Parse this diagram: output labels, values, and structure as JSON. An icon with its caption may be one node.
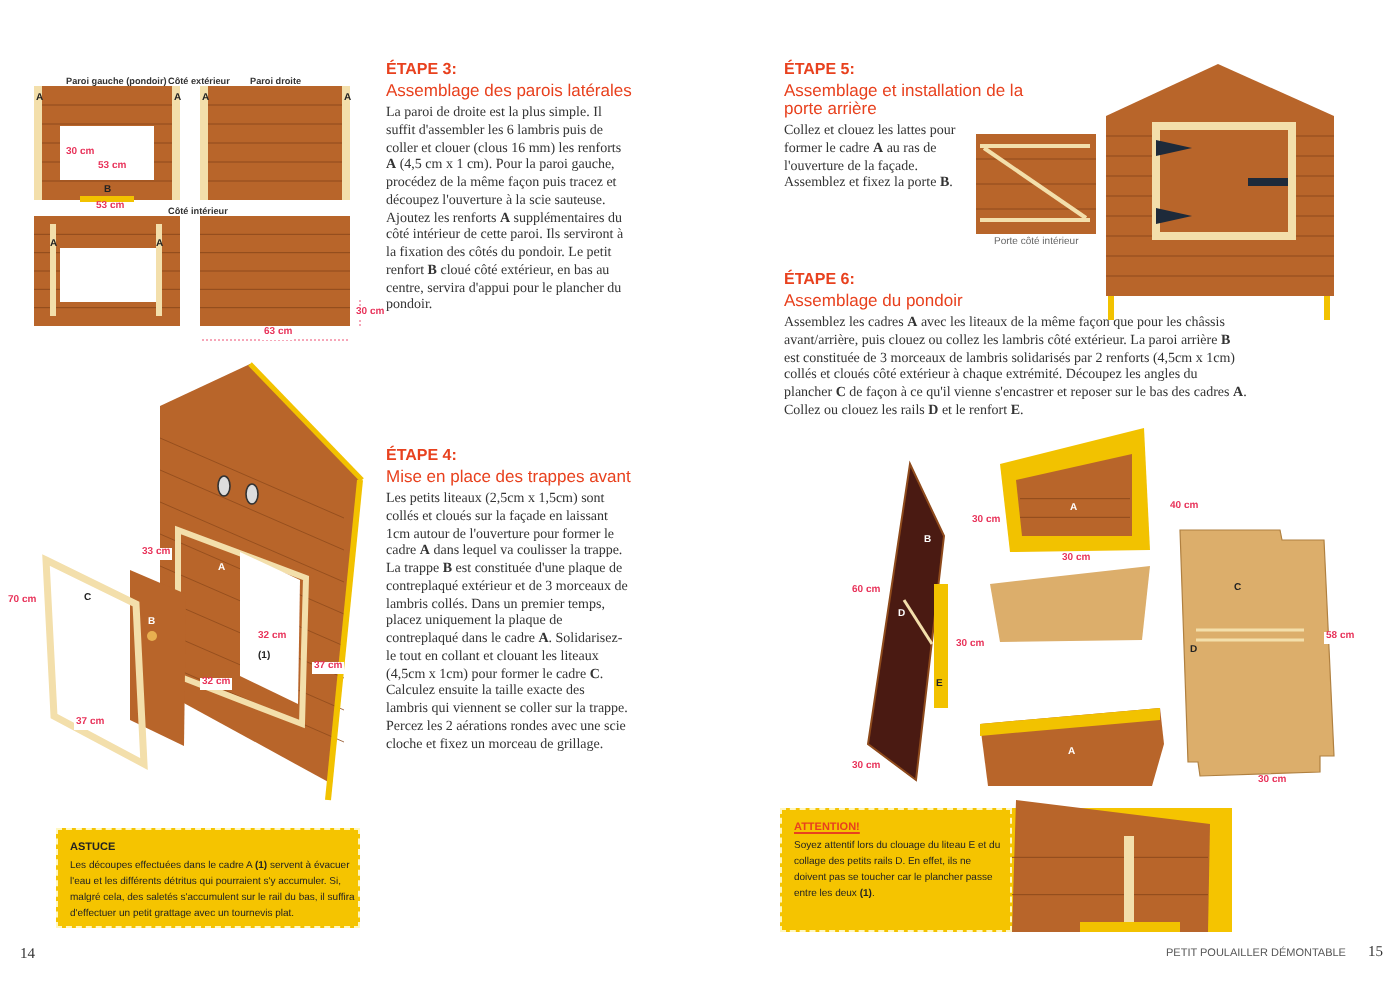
{
  "diagram": {
    "nodes": [
      {
        "text": [
          "ASTUCE",
          "Les découpes effectuées dans le cadre A **(1)** servent à évacuer l'eau et les différents détritus qui pourraient s'y accumuler. Si, malgré cela, des saletés s'accumulent sur le rail du bas, il suffira d'effectuer un petit grattage avec un tournevis plat."
        ]
      },
      {
        "text": [
          "ATTENTION!",
          "Soyez attentif lors du clouage du liteau E et du collage des petits rails D. En effet, ils ne doivent pas se toucher car le plancher passe entre les deux **(1)**."
        ]
      }
    ],
    "labels": [
      "Paroi gauche (pondoir)",
      "Côté extérieur",
      "Paroi droite",
      "A",
      "A",
      "A",
      "A",
      "30 cm",
      "53 cm",
      "B",
      "53 cm",
      "Côté intérieur",
      "A",
      "A",
      "30 cm",
      "63 cm",
      "ÉTAPE 3:",
      "Assemblage des parois latérales",
      "La paroi de droite est la plus simple. Il suffit d'assembler les 6 lambris puis de coller et clouer (clous 16 mm) les renforts **A** (4,5 cm x 1 cm). Pour la paroi gauche, procédez de la même façon puis tracez et découpez l'ouverture à la scie sauteuse. Ajoutez les renforts **A** supplémentaires du côté intérieur de cette paroi. Ils serviront à la fixation des côtés du pondoir. Le petit renfort **B** cloué côté extérieur, en bas au centre, servira d'appui pour le plancher du pondoir.",
      "ÉTAPE 4:",
      "Mise en place des trappes avant",
      "Les petits liteaux (2,5cm x 1,5cm) sont collés et cloués sur la façade en laissant 1cm autour de l'ouverture pour former le cadre **A** dans lequel va coulisser la trappe. La trappe **B** est constituée d'une plaque de contreplaqué extérieur et de 3 morceaux de lambris collés. Dans un premier temps, placez uniquement la plaque de contreplaqué dans le cadre **A**. Solidarisez-le tout en collant et clouant les liteaux (4,5cm x 1cm) pour former le cadre **C**. Calculez ensuite la taille exacte des lambris qui viennent se coller sur la trappe. Percez les 2 aérations rondes avec une scie cloche et fixez un morceau de grillage.",
      "33 cm",
      "70 cm",
      "C",
      "B",
      "A",
      "32 cm",
      "(1)",
      "37 cm",
      "32 cm",
      "37 cm",
      "14",
      "ÉTAPE 5:",
      "Assemblage et installation de la porte arrière",
      "Collez et clouez les lattes pour former le cadre **A** au ras de l'ouverture de la façade. Assemblez et fixez la porte **B**.",
      "Porte côté intérieur",
      "ÉTAPE 6:",
      "Assemblage du pondoir",
      "Assemblez les cadres **A** avec les liteaux de la même façon que pour les châssis avant/arrière, puis clouez ou collez les lambris côté extérieur. La paroi arrière **B** est constituée de 3 morceaux de lambris solidarisés par 2 renforts (4,5cm x 1cm) collés et cloués côté extérieur à chaque extrémité. Découpez les angles du plancher **C** de façon à ce qu'il vienne s'encastrer et reposer sur le bas des cadres **A**. Collez ou clouez les rails **D** et le renfort **E**.",
      "40 cm",
      "30 cm",
      "A",
      "B",
      "30 cm",
      "60 cm",
      "D",
      "30 cm",
      "C",
      "D",
      "58 cm",
      "E",
      "A",
      "30 cm",
      "30 cm",
      "PETIT POULAILLER DÉMONTABLE",
      "15"
    ]
  }
}
